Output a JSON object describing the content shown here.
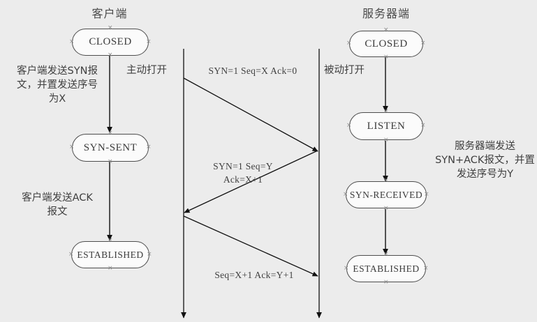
{
  "columns": {
    "client_title": "客户端",
    "server_title": "服务器端"
  },
  "client_states": [
    {
      "label": "CLOSED"
    },
    {
      "label": "SYN-SENT"
    },
    {
      "label": "ESTABLISHED"
    }
  ],
  "server_states": [
    {
      "label": "CLOSED"
    },
    {
      "label": "LISTEN"
    },
    {
      "label": "SYN-RECEIVED"
    },
    {
      "label": "ESTABLISHED"
    }
  ],
  "open_labels": {
    "active": "主动打开",
    "passive": "被动打开"
  },
  "annotations": {
    "client_syn": "客户端发送SYN报\n文，并置发送序号\n为X",
    "client_ack": "客户端发送ACK\n报文",
    "server_synack": "服务器端发送\nSYN+ACK报文，并置\n发送序号为Y"
  },
  "messages": [
    {
      "label": "SYN=1  Seq=X  Ack=0"
    },
    {
      "label": "SYN=1  Seq=Y\nAck=X+1"
    },
    {
      "label": "Seq=X+1  Ack=Y+1"
    }
  ],
  "colors": {
    "background": "#ececec",
    "line": "#111111",
    "box_border": "#4d4d4d",
    "box_fill": "#fbfbfb",
    "text": "#3f3f3f"
  }
}
